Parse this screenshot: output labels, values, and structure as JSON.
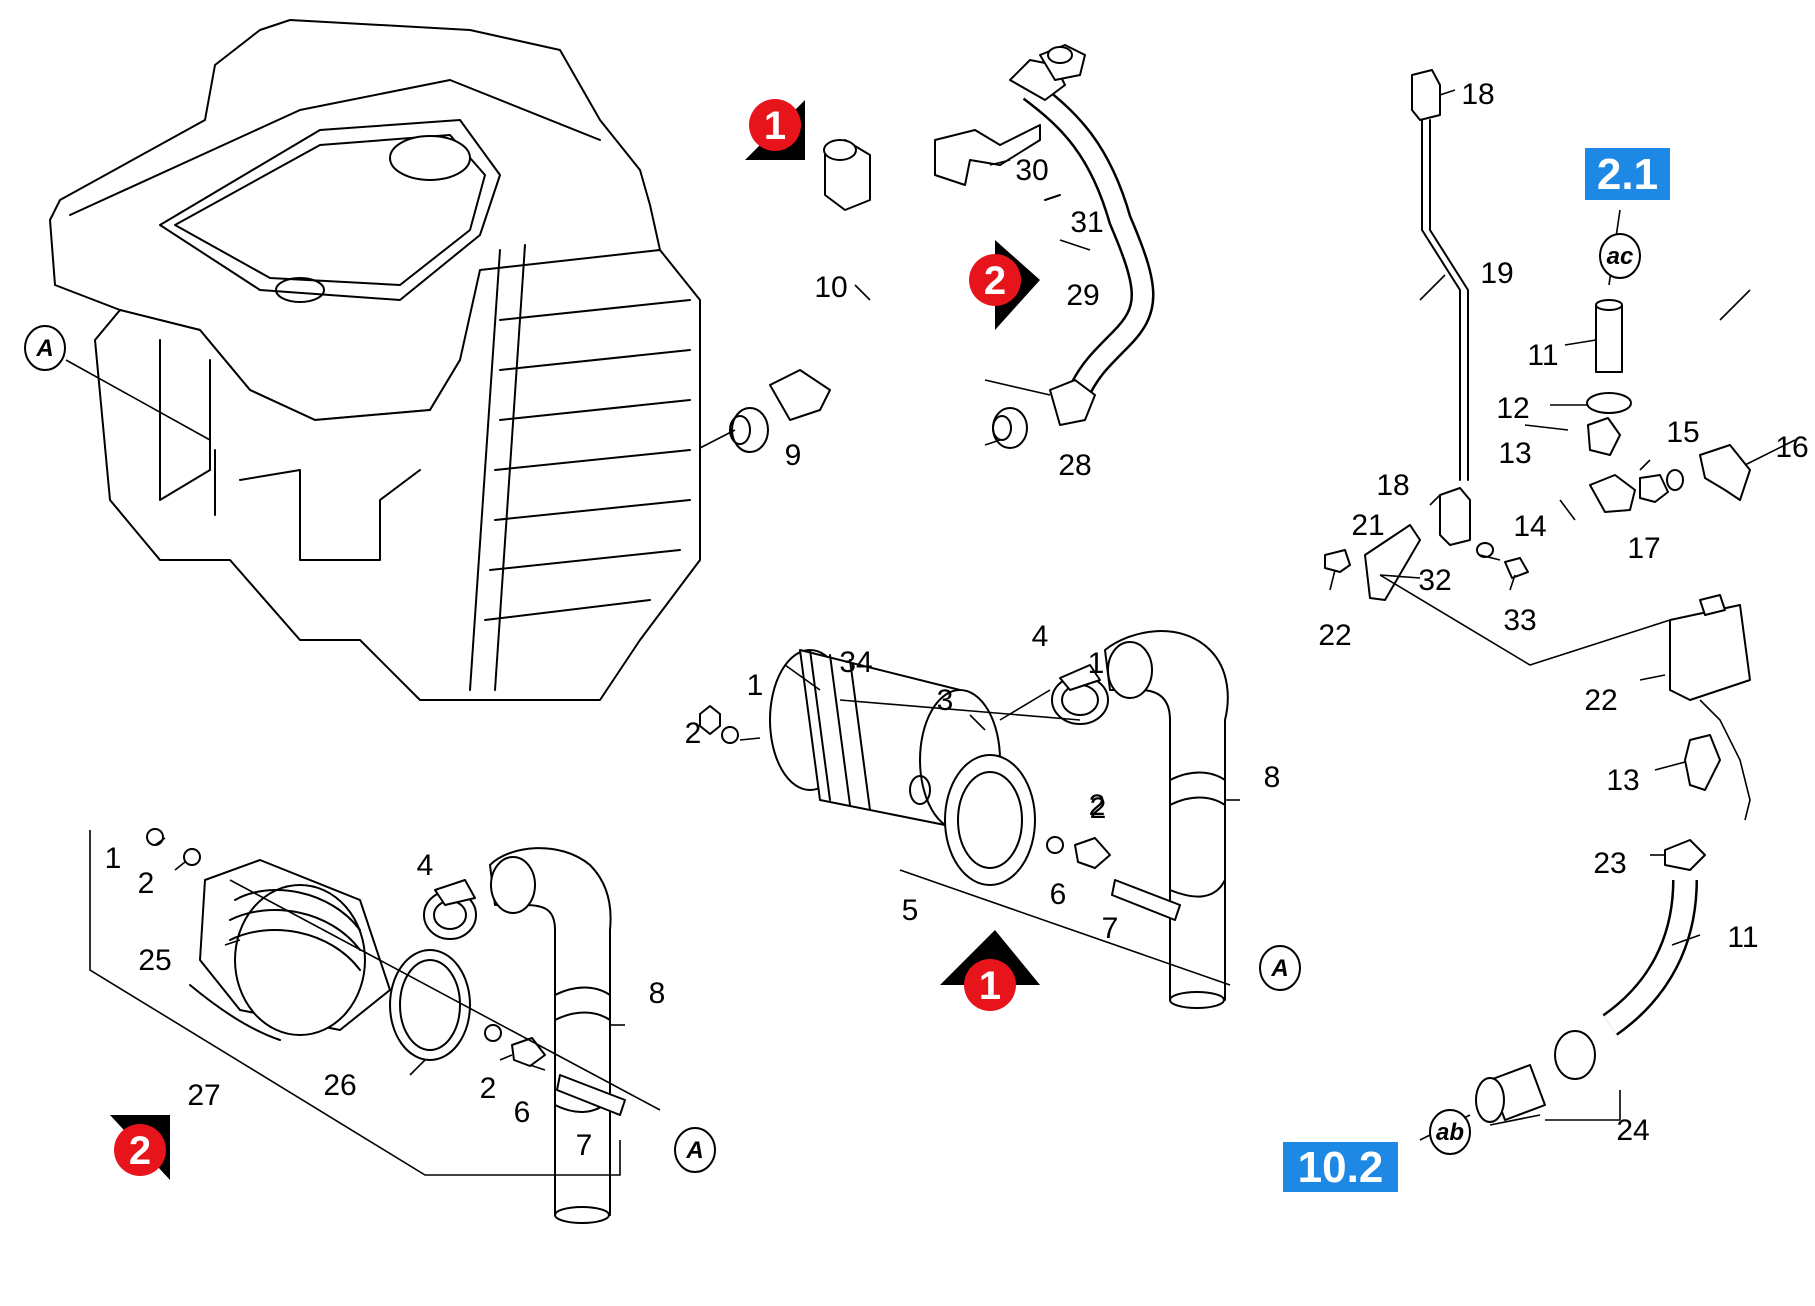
{
  "callouts": [
    {
      "label": "1"
    },
    {
      "label": "2"
    },
    {
      "label": "3"
    },
    {
      "label": "34"
    },
    {
      "label": "1"
    },
    {
      "label": "2"
    },
    {
      "label": "4"
    },
    {
      "label": "5"
    },
    {
      "label": "2"
    },
    {
      "label": "6"
    },
    {
      "label": "7"
    },
    {
      "label": "8"
    },
    {
      "label": "4"
    },
    {
      "label": "1"
    },
    {
      "label": "2"
    },
    {
      "label": "25"
    },
    {
      "label": "26"
    },
    {
      "label": "2"
    },
    {
      "label": "6"
    },
    {
      "label": "7"
    },
    {
      "label": "8"
    },
    {
      "label": "27"
    },
    {
      "label": "10"
    },
    {
      "label": "9"
    },
    {
      "label": "30"
    },
    {
      "label": "31"
    },
    {
      "label": "29"
    },
    {
      "label": "28"
    },
    {
      "label": "18"
    },
    {
      "label": "19"
    },
    {
      "label": "11"
    },
    {
      "label": "12"
    },
    {
      "label": "13"
    },
    {
      "label": "15"
    },
    {
      "label": "16"
    },
    {
      "label": "18"
    },
    {
      "label": "14"
    },
    {
      "label": "17"
    },
    {
      "label": "21"
    },
    {
      "label": "32"
    },
    {
      "label": "33"
    },
    {
      "label": "22"
    },
    {
      "label": "22"
    },
    {
      "label": "13"
    },
    {
      "label": "23"
    },
    {
      "label": "11"
    },
    {
      "label": "24"
    }
  ],
  "circle_labels": [
    {
      "label": "A"
    },
    {
      "label": "A"
    },
    {
      "label": "A"
    },
    {
      "label": "ac"
    },
    {
      "label": "ab"
    }
  ],
  "badges": [
    {
      "label": "1",
      "color": "#e8141b"
    },
    {
      "label": "2",
      "color": "#e8141b"
    },
    {
      "label": "1",
      "color": "#e8141b"
    },
    {
      "label": "2",
      "color": "#e8141b"
    }
  ],
  "ref_boxes": [
    {
      "label": "2.1",
      "color": "#1e88e5"
    },
    {
      "label": "10.2",
      "color": "#1e88e5"
    }
  ]
}
